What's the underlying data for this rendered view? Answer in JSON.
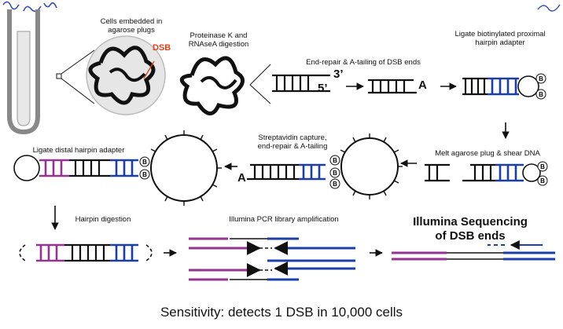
{
  "labels": {
    "cells_embedded": "Cells embedded in agarose plugs",
    "dsb": "DSB",
    "proteinase": "Proteinase K and RNAseA digestion",
    "end_repair": "End-repair & A-tailing of DSB ends",
    "ligate_proximal": "Ligate biotinylated proximal hairpin adapter",
    "melt_shear": "Melt agarose plug & shear DNA",
    "streptavidin": "Streptavidin capture, end-repair & A-tailing",
    "ligate_distal": "Ligate distal hairpin adapter",
    "hairpin_digestion": "Hairpin digestion",
    "pcr": "Illumina PCR library amplification",
    "sequencing": "Illumina Sequencing of DSB ends",
    "three_prime": "3’",
    "five_prime": "5’",
    "a_tail": "A",
    "biotin": "B"
  },
  "caption": "Sensitivity: detects 1 DSB in 10,000 cells",
  "colors": {
    "purple": "#93358f",
    "blue": "#1b3fa7",
    "dsb_red": "#e0401a",
    "handwriting": "#3a4fb0"
  }
}
